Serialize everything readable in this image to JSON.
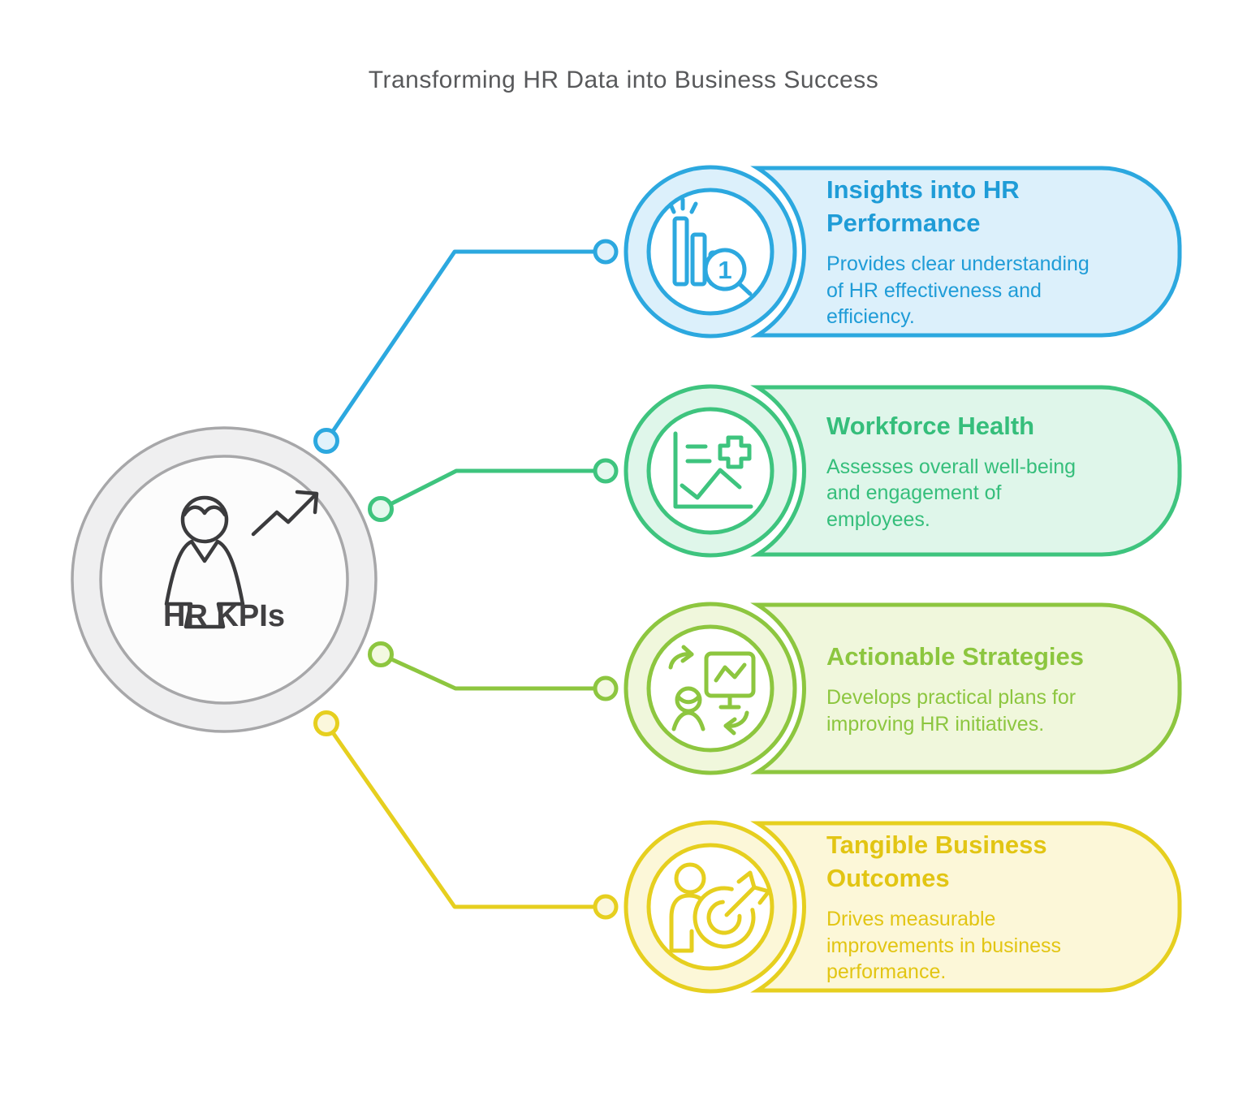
{
  "page": {
    "title": "Transforming HR Data into Business Success",
    "title_color": "#58595B",
    "background": "#FFFFFF"
  },
  "center": {
    "label": "HR KPIs",
    "icon": "person-growth-arrow-icon",
    "colors": {
      "ring": "#A7A7A9",
      "band_fill": "#EFEFF0",
      "inner_fill": "#FCFCFC",
      "icon": "#3B3B3D",
      "label": "#414042"
    }
  },
  "cards": [
    {
      "title": "Insights into HR\nPerformance",
      "body": "Provides clear understanding\nof HR effectiveness and\nefficiency.",
      "icon": "bar-chart-magnifier-icon",
      "badge_number": "1",
      "colors": {
        "accent": "#2CA8DF",
        "text": "#1F9CD7",
        "fill": "#DCF0FB",
        "dot_fill": "#E1F2FB"
      }
    },
    {
      "title": "Workforce Health",
      "body": "Assesses overall well-being\nand engagement of\nemployees.",
      "icon": "health-chart-icon",
      "colors": {
        "accent": "#3EC47E",
        "text": "#35BE7B",
        "fill": "#DFF6EA",
        "dot_fill": "#E4F8EE"
      }
    },
    {
      "title": "Actionable Strategies",
      "body": "Develops practical plans for\nimproving HR initiatives.",
      "icon": "person-screen-sync-icon",
      "colors": {
        "accent": "#8DC63F",
        "text": "#8CC63F",
        "fill": "#F0F7DC",
        "dot_fill": "#F3F9E1"
      }
    },
    {
      "title": "Tangible Business\nOutcomes",
      "body": "Drives measurable\nimprovements in business\nperformance.",
      "icon": "person-target-dart-icon",
      "colors": {
        "accent": "#E6CF1F",
        "text": "#E2C513",
        "fill": "#FCF7D8",
        "dot_fill": "#FBF7DC"
      }
    }
  ]
}
